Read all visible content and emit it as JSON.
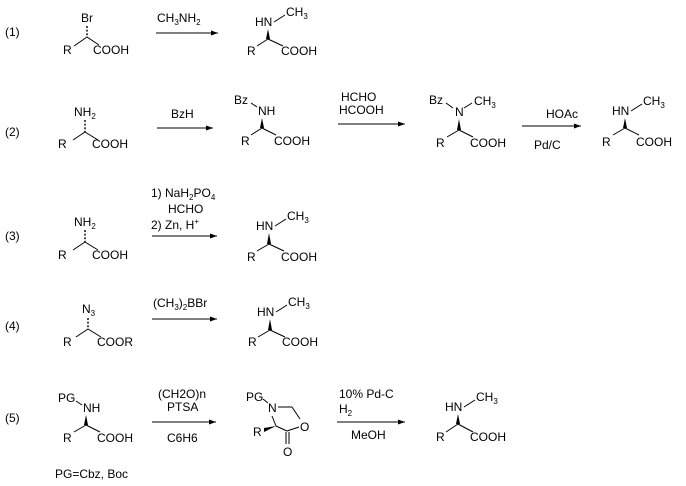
{
  "schemes": [
    {
      "label": "(1)",
      "reactant": {
        "substituent": "Br",
        "r": "R",
        "acid": "COOH"
      },
      "reagent": {
        "pre": "CH",
        "sub": "3",
        "post": "NH",
        "sub2": "2"
      },
      "product": {
        "nh": "HN",
        "methyl": "CH",
        "methyl_sub": "3",
        "r": "R",
        "acid": "COOH"
      }
    },
    {
      "label": "(2)",
      "reactant": {
        "amine": "NH",
        "amine_sub": "2",
        "r": "R",
        "acid": "COOH"
      },
      "step1_reagent": "BzH",
      "intermediate1": {
        "bz": "Bz",
        "nh": "NH",
        "r": "R",
        "acid": "COOH"
      },
      "step2_reagents": [
        "HCHO",
        "HCOOH"
      ],
      "intermediate2": {
        "bz": "Bz",
        "n": "N",
        "methyl": "CH",
        "methyl_sub": "3",
        "r": "R",
        "acid": "COOH"
      },
      "step3_reagent_top": "HOAc",
      "step3_reagent_bottom": "Pd/C",
      "product": {
        "nh": "HN",
        "methyl": "CH",
        "methyl_sub": "3",
        "r": "R",
        "acid": "COOH"
      }
    },
    {
      "label": "(3)",
      "reactant": {
        "amine": "NH",
        "amine_sub": "2",
        "r": "R",
        "acid": "COOH"
      },
      "reagent_line1": {
        "pre": "1) NaH",
        "sub": "2",
        "post": "PO",
        "sub2": "4"
      },
      "reagent_line2": "HCHO",
      "reagent_line3": {
        "pre": "2) Zn, H",
        "sup": "+"
      },
      "product": {
        "nh": "HN",
        "methyl": "CH",
        "methyl_sub": "3",
        "r": "R",
        "acid": "COOH"
      }
    },
    {
      "label": "(4)",
      "reactant": {
        "azide": "N",
        "azide_sub": "3",
        "r": "R",
        "ester": "COOR"
      },
      "reagent": {
        "pre": "(CH",
        "sub": "3",
        "post": ")",
        "sub2": "2",
        "post2": "BBr"
      },
      "product": {
        "nh": "HN",
        "methyl": "CH",
        "methyl_sub": "3",
        "r": "R",
        "acid": "COOH"
      }
    },
    {
      "label": "(5)",
      "reactant": {
        "pg": "PG",
        "nh": "NH",
        "r": "R",
        "acid": "COOH"
      },
      "step1_reagents": [
        "(CH2O)n",
        "PTSA",
        "C6H6"
      ],
      "intermediate": {
        "pg": "PG",
        "n": "N",
        "r": "R",
        "o_ring": "O",
        "o_carbonyl": "O"
      },
      "step2_reagent_top": "10% Pd-C",
      "step2_reagent_mid": {
        "pre": "H",
        "sub": "2"
      },
      "step2_reagent_bottom": "MeOH",
      "product": {
        "nh": "HN",
        "methyl": "CH",
        "methyl_sub": "3",
        "r": "R",
        "acid": "COOH"
      },
      "footnote": "PG=Cbz, Boc"
    }
  ]
}
